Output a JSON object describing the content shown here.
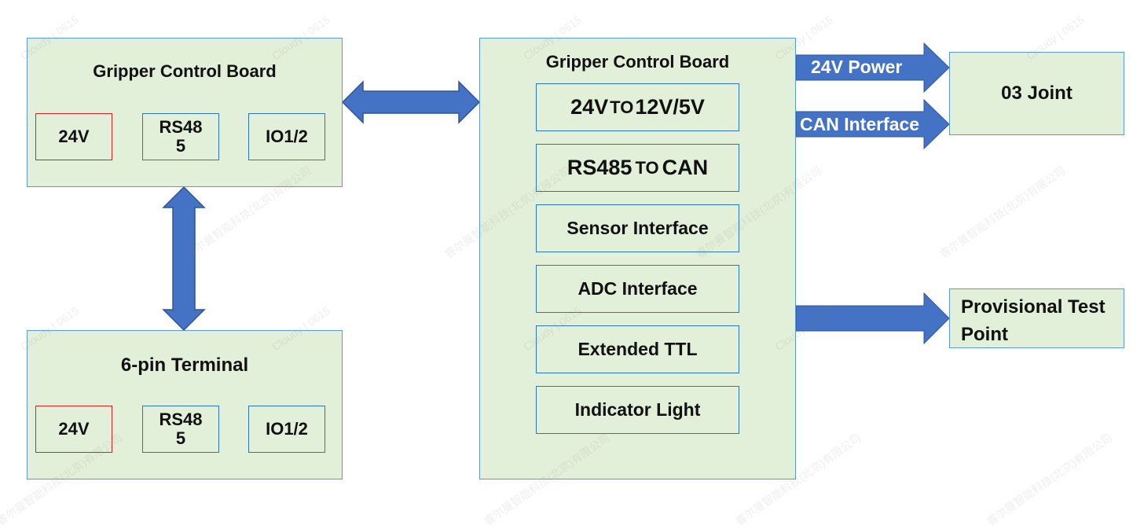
{
  "top_left": {
    "title": "Gripper Control Board",
    "items": [
      "24V",
      "RS485",
      "IO1/2"
    ]
  },
  "bottom_left": {
    "title": "6-pin Terminal",
    "items": [
      "24V",
      "RS485",
      "IO1/2"
    ]
  },
  "center": {
    "title": "Gripper Control Board",
    "item_power": {
      "a": "24V",
      "to": "TO",
      "b": "12V/5V"
    },
    "item_rs485": {
      "a": "RS485",
      "to": "TO",
      "b": "CAN"
    },
    "items": [
      "Sensor Interface",
      "ADC Interface",
      "Extended TTL",
      "Indicator Light"
    ]
  },
  "outputs": {
    "power_label": "24V Power",
    "can_label": "CAN Interface",
    "joint": "03 Joint",
    "test_point": "Provisional Test Point"
  },
  "colors": {
    "panel_fill": "#e2efd9",
    "panel_border": "#5b9bd5",
    "arrow": "#4472c4",
    "highlight_border": "#e02020"
  },
  "watermarks": [
    "Cloudy | 0615",
    "睿尔曼智能科技(北京)有限公司"
  ]
}
